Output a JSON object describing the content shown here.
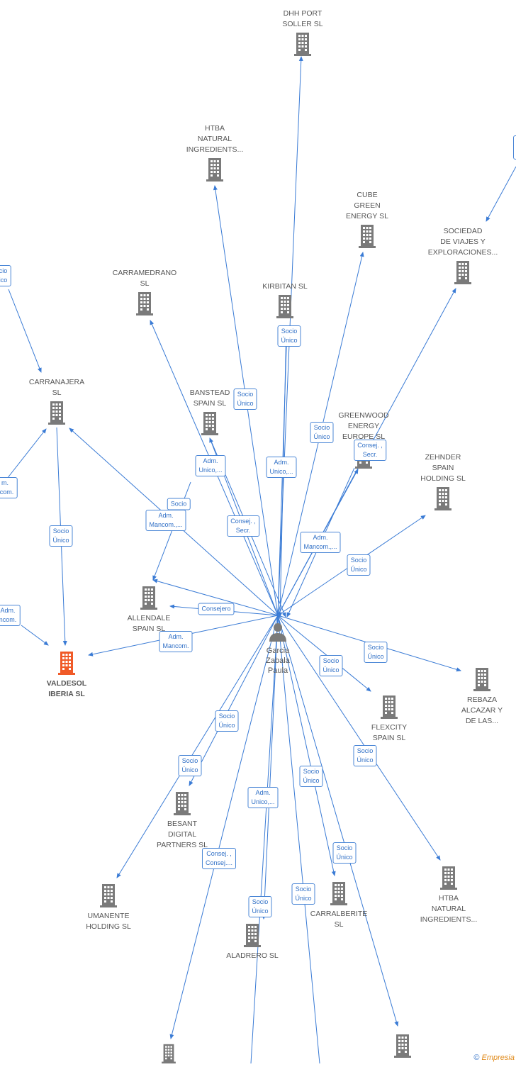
{
  "diagram": {
    "center": {
      "label": "Garcia\nZabala\nPaula",
      "icon": "person-icon"
    },
    "colors": {
      "edge": "#3a7bd5",
      "node": "#7a7a7a",
      "focal": "#f05a28",
      "badge_border": "#4a86d6",
      "badge_text": "#2f6fc6"
    },
    "nodes": [
      {
        "id": "dhh",
        "label": "DHH PORT\nSOLLER  SL"
      },
      {
        "id": "htba1",
        "label": "HTBA\nNATURAL\nINGREDIENTS..."
      },
      {
        "id": "cube",
        "label": "CUBE\nGREEN\nENERGY  SL"
      },
      {
        "id": "sociedad",
        "label": "SOCIEDAD\nDE VIAJES Y\nEXPLORACIONES..."
      },
      {
        "id": "carramedrano",
        "label": "CARRAMEDRANO\nSL"
      },
      {
        "id": "kirbitan",
        "label": "KIRBITAN  SL"
      },
      {
        "id": "carranajera",
        "label": "CARRANAJERA\nSL"
      },
      {
        "id": "banstead",
        "label": "BANSTEAD\nSPAIN  SL"
      },
      {
        "id": "greenwood",
        "label": "GREENWOOD\nENERGY\nEUROPE  SL"
      },
      {
        "id": "zehnder",
        "label": "ZEHNDER\nSPAIN\nHOLDING  SL"
      },
      {
        "id": "allendale",
        "label": "ALLENDALE\nSPAIN  SL"
      },
      {
        "id": "valdesol",
        "label": "VALDESOL\nIBERIA  SL",
        "focal": true
      },
      {
        "id": "rebaza",
        "label": "REBAZA\nALCAZAR Y\nDE LAS..."
      },
      {
        "id": "flexcity",
        "label": "FLEXCITY\nSPAIN  SL"
      },
      {
        "id": "besant",
        "label": "BESANT\nDIGITAL\nPARTNERS  SL"
      },
      {
        "id": "umanente",
        "label": "UMANENTE\nHOLDING  SL"
      },
      {
        "id": "htba2",
        "label": "HTBA\nNATURAL\nINGREDIENTS..."
      },
      {
        "id": "carralberite",
        "label": "CARRALBERITE\nSL"
      },
      {
        "id": "aladrero",
        "label": "ALADRERO  SL"
      },
      {
        "id": "bottom1",
        "label": ""
      },
      {
        "id": "bottom2",
        "label": ""
      }
    ],
    "badges": [
      {
        "id": "b-kirbitan",
        "text": "Socio\nÚnico"
      },
      {
        "id": "b-htba1",
        "text": "Socio\nÚnico"
      },
      {
        "id": "b-cube",
        "text": "Socio\nÚnico"
      },
      {
        "id": "b-greenwood",
        "text": "Consej. ,\nSecr."
      },
      {
        "id": "b-dhh",
        "text": "Adm.\nUnico,..."
      },
      {
        "id": "b-banstead",
        "text": "Adm.\nUnico,..."
      },
      {
        "id": "b-allendale-socio",
        "text": "Socio"
      },
      {
        "id": "b-carranajera",
        "text": "Adm.\nMancom.,..."
      },
      {
        "id": "b-consej-secr",
        "text": "Consej. ,\nSecr."
      },
      {
        "id": "b-sociedad",
        "text": "Adm.\nMancom.,..."
      },
      {
        "id": "b-zehnder",
        "text": "Socio\nÚnico"
      },
      {
        "id": "b-consejero",
        "text": "Consejero"
      },
      {
        "id": "b-valdesol",
        "text": "Adm.\nMancom."
      },
      {
        "id": "b-carranajera-valdesol",
        "text": "Socio\nÚnico"
      },
      {
        "id": "b-left-top",
        "text": "ocio\nnico"
      },
      {
        "id": "b-left-mid",
        "text": "m.\nncom."
      },
      {
        "id": "b-left-low",
        "text": "Adm.\nncom."
      },
      {
        "id": "b-rebaza",
        "text": "Socio\nÚnico"
      },
      {
        "id": "b-flexcity",
        "text": "Socio\nÚnico"
      },
      {
        "id": "b-htba2",
        "text": "Socio\nÚnico"
      },
      {
        "id": "b-besant",
        "text": "Socio\nÚnico"
      },
      {
        "id": "b-umanente",
        "text": "Socio\nÚnico"
      },
      {
        "id": "b-adm-unico-2",
        "text": "Adm.\nUnico,..."
      },
      {
        "id": "b-carralberite-1",
        "text": "Socio\nÚnico"
      },
      {
        "id": "b-carralberite-2",
        "text": "Socio\nÚnico"
      },
      {
        "id": "b-consej-2",
        "text": "Consej. ,\nConsej...."
      },
      {
        "id": "b-aladrero",
        "text": "Socio\nÚnico"
      },
      {
        "id": "b-bottom",
        "text": "Socio\nÚnico"
      }
    ]
  },
  "logo": {
    "copyright": "©",
    "brand": "Empresia"
  }
}
